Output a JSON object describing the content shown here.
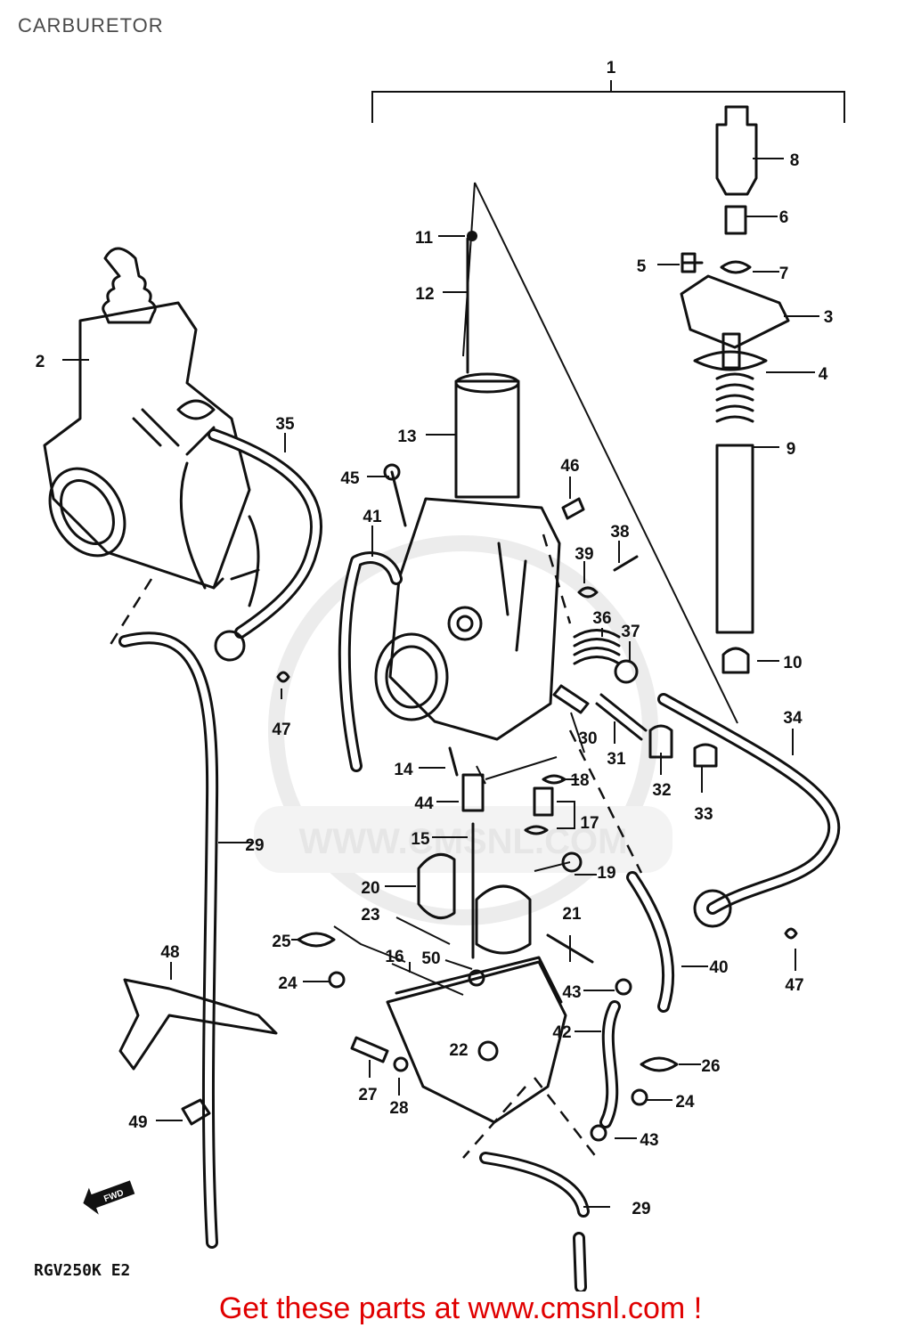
{
  "page": {
    "title": "CARBURETOR",
    "footer_link": "Get these parts at www.cmsnl.com !"
  },
  "diagram": {
    "model_code": "RGV250K E2",
    "fwd_arrow": "FWD",
    "watermark": "WWW.CMSNL.COM",
    "accent_color": "#e00000",
    "line_color": "#111111",
    "callouts": [
      "1",
      "2",
      "3",
      "4",
      "5",
      "6",
      "7",
      "8",
      "9",
      "10",
      "11",
      "12",
      "13",
      "14",
      "15",
      "16",
      "17",
      "18",
      "19",
      "20",
      "21",
      "22",
      "23",
      "24",
      "24",
      "25",
      "26",
      "27",
      "28",
      "29",
      "29",
      "30",
      "31",
      "32",
      "33",
      "34",
      "35",
      "36",
      "37",
      "38",
      "39",
      "40",
      "41",
      "42",
      "43",
      "43",
      "44",
      "45",
      "46",
      "47",
      "47",
      "48",
      "49",
      "50"
    ]
  }
}
